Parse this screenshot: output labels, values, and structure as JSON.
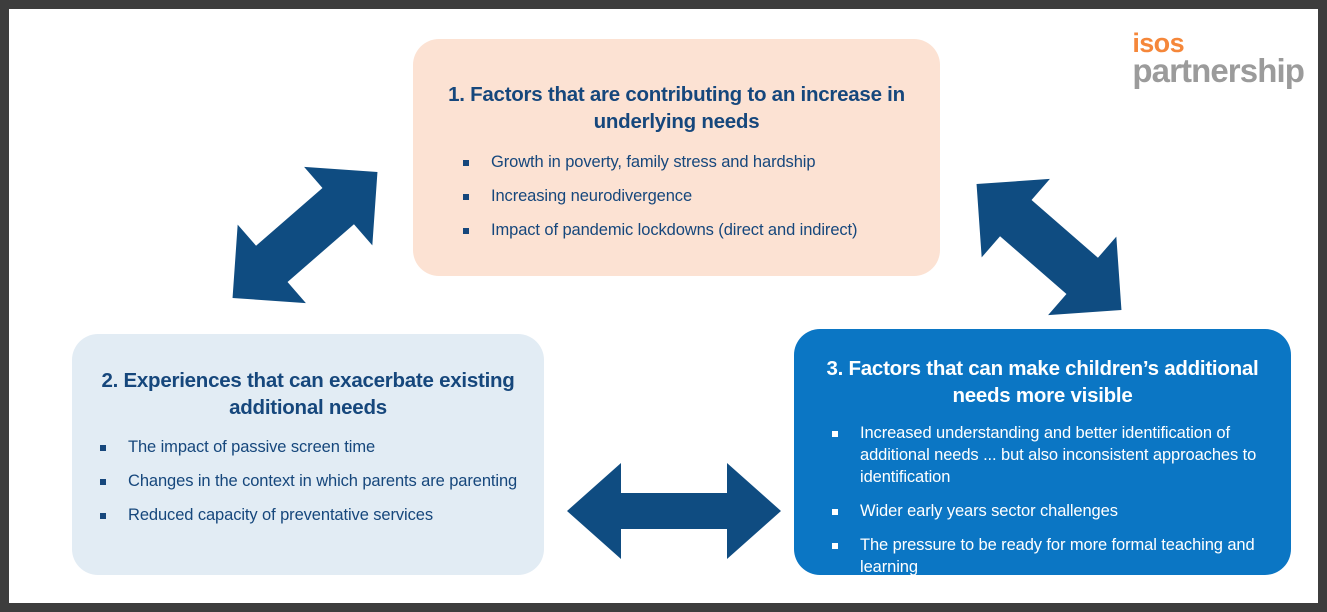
{
  "logo": {
    "line1": "isos",
    "line2": "partnership",
    "color_primary": "#F5873A",
    "color_secondary": "#9B9B9B"
  },
  "colors": {
    "navy_text": "#16477C",
    "arrow_blue": "#0F4C81",
    "box1_bg": "#FCE2D3",
    "box2_bg": "#E2ECF4",
    "box3_bg": "#0B76C4",
    "frame_border": "#3d3d3d"
  },
  "boxes": [
    {
      "id": "box1",
      "title": "1. Factors that are contributing to an increase in underlying needs",
      "bullets": [
        "Growth in poverty, family stress and hardship",
        "Increasing neurodivergence",
        "Impact of pandemic lockdowns (direct and indirect)"
      ]
    },
    {
      "id": "box2",
      "title": "2. Experiences that can exacerbate existing additional needs",
      "bullets": [
        "The impact of passive screen time",
        "Changes in the context in which parents are parenting",
        "Reduced capacity of preventative services"
      ]
    },
    {
      "id": "box3",
      "title": "3. Factors that can make children’s additional needs more visible",
      "bullets": [
        "Increased understanding and better identification of additional needs ... but also inconsistent approaches to identification",
        "Wider early years sector challenges",
        "The pressure to be ready for more formal teaching and learning"
      ]
    }
  ],
  "arrows": [
    {
      "id": "arrow-left",
      "name": "double-arrow-diagonal-up-right",
      "connects": "box2-to-box1"
    },
    {
      "id": "arrow-right",
      "name": "double-arrow-diagonal-down-right",
      "connects": "box1-to-box3"
    },
    {
      "id": "arrow-bottom",
      "name": "double-arrow-horizontal",
      "connects": "box2-to-box3"
    }
  ]
}
